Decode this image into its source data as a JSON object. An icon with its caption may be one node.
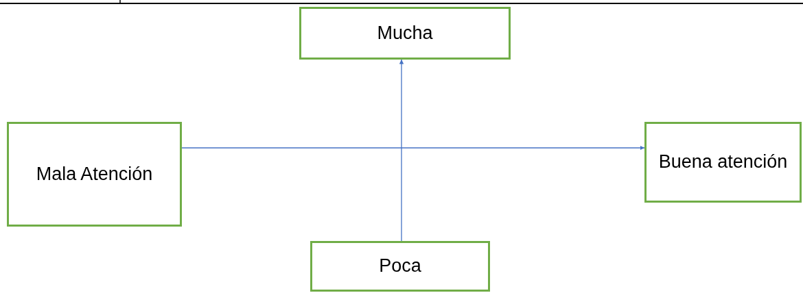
{
  "diagram": {
    "nodes": [
      {
        "text": [
          "Mucha"
        ]
      },
      {
        "text": [
          "Mala Atención"
        ]
      },
      {
        "text": [
          "Buena atención"
        ]
      },
      {
        "text": [
          "Poca"
        ]
      }
    ],
    "edges": [
      {
        "from": 1,
        "to": 2,
        "arrow": "to"
      },
      {
        "from": 3,
        "to": 0,
        "arrow": "to"
      }
    ]
  }
}
